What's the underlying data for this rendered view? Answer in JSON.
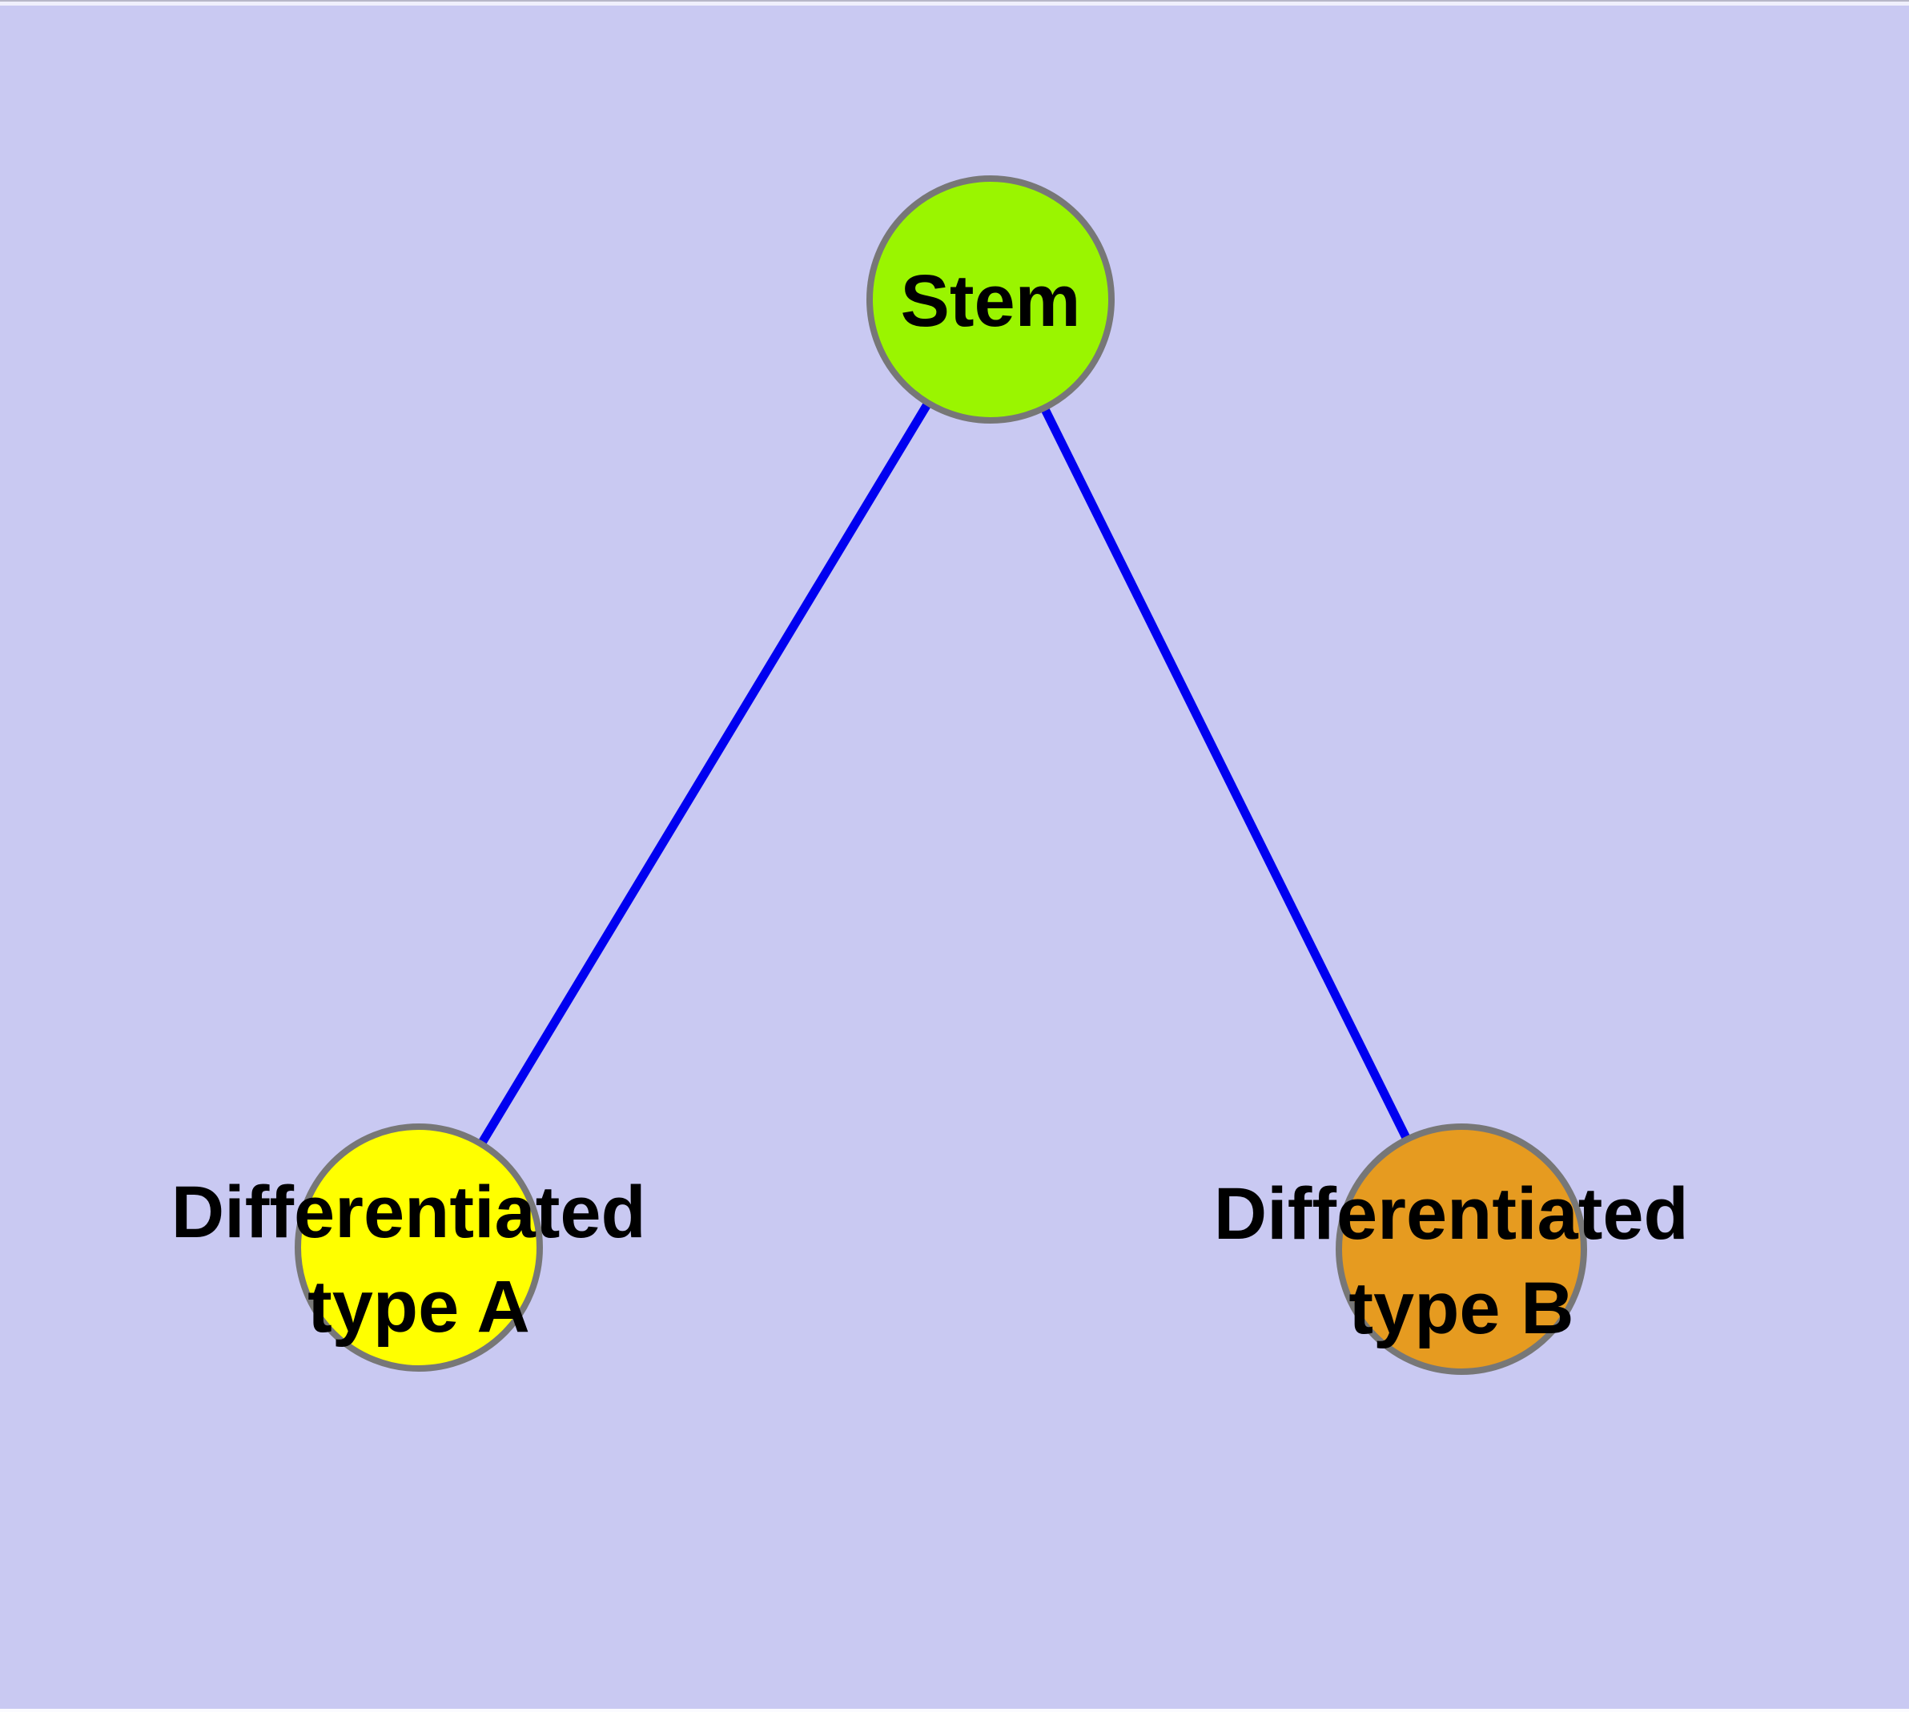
{
  "diagram": {
    "type": "node-link-graph",
    "title": "Stem cell differentiation diagram",
    "background_color": "#c9c9f2",
    "edge_color": "#0000f0",
    "node_border_color": "#777777",
    "label_color": "#000000",
    "window_edge": {
      "top_hairline_color": "#b7b7c8",
      "top_strip_color": "#efeffc",
      "bottom_strip_color": "#fbfbff"
    },
    "nodes": [
      {
        "id": "stem",
        "label": "Stem",
        "lines": [
          "Stem"
        ],
        "fill": "#9af500"
      },
      {
        "id": "differentiated-type-a",
        "label": "Differentiated type A",
        "lines": [
          "Differentiated",
          "type A"
        ],
        "fill": "#ffff00"
      },
      {
        "id": "differentiated-type-b",
        "label": "Differentiated type B",
        "lines": [
          "Differentiated",
          "type B"
        ],
        "fill": "#e69b20"
      }
    ],
    "edges": [
      {
        "from": "stem",
        "to": "differentiated-type-a"
      },
      {
        "from": "stem",
        "to": "differentiated-type-b"
      }
    ]
  }
}
